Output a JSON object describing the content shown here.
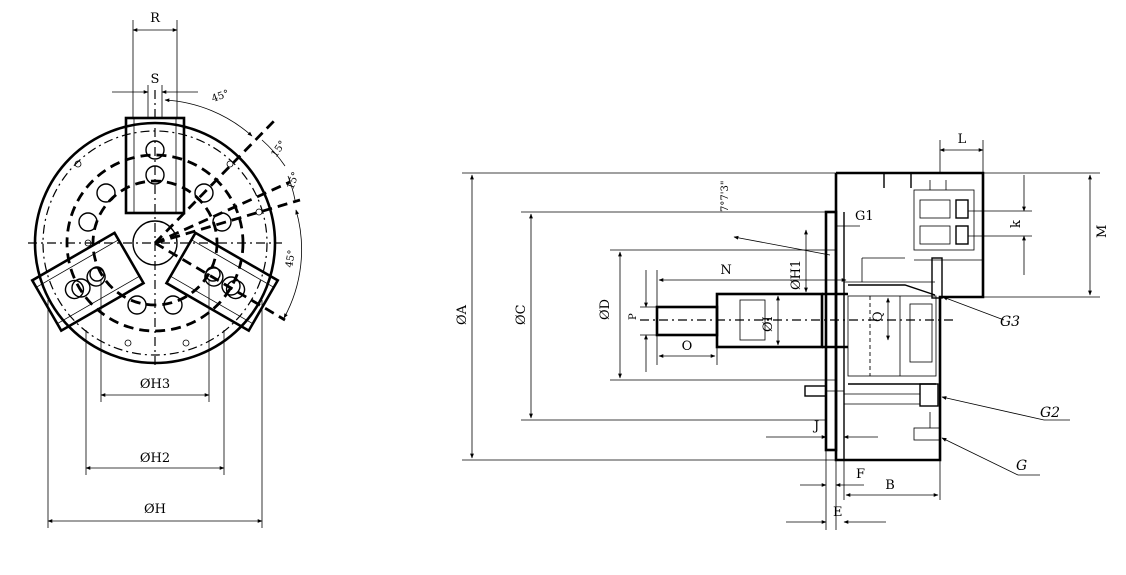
{
  "front_view": {
    "labels": {
      "R": "R",
      "S": "S",
      "angle_45_top": "45°",
      "angle_15_a": "15°",
      "angle_15_b": "15°",
      "angle_45_right": "45°",
      "H3": "ØH3",
      "H2": "ØH2",
      "H": "ØH"
    }
  },
  "side_view": {
    "labels": {
      "L": "L",
      "M": "M",
      "k": "k",
      "taper": "7°7'3\"",
      "G1": "G1",
      "N": "N",
      "H1": "ØH1",
      "A": "ØA",
      "C": "ØC",
      "D": "ØD",
      "P": "P",
      "I": "ØI",
      "O": "O",
      "Q": "Q",
      "G3": "G3",
      "G2": "G2",
      "G": "G",
      "J": "J",
      "F": "F",
      "B": "B",
      "E": "E"
    }
  }
}
